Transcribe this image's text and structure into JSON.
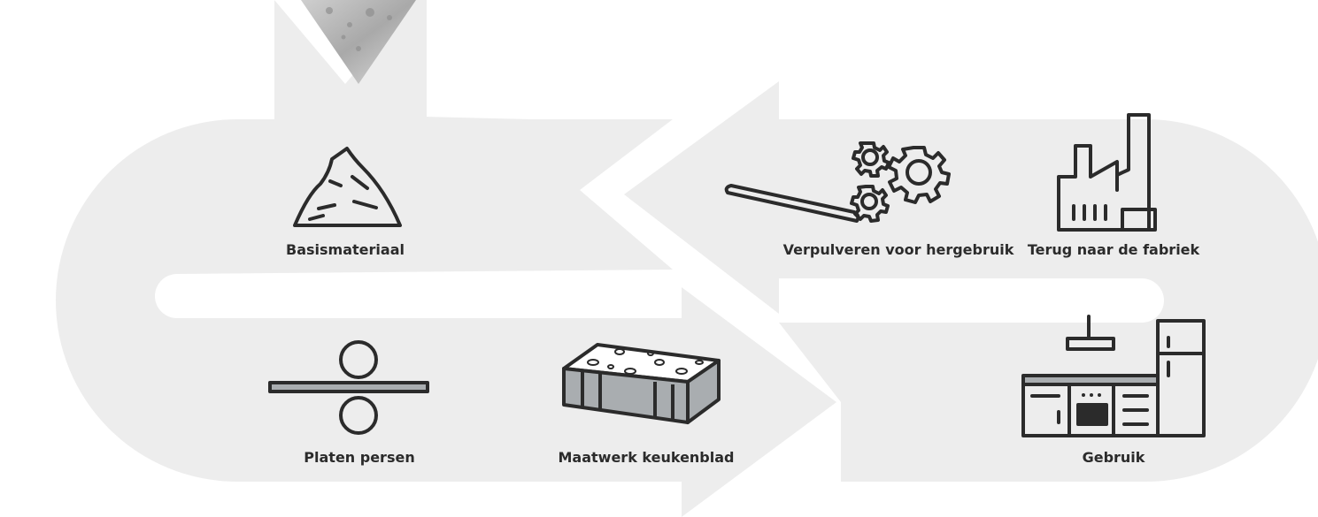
{
  "steps": {
    "basismateriaal": "Basismateriaal",
    "verpulveren": "Verpulveren voor hergebruik",
    "terug": "Terug naar de fabriek",
    "platen": "Platen persen",
    "maatwerk": "Maatwerk keukenblad",
    "gebruik": "Gebruik"
  },
  "colors": {
    "cycle_fill": "#ededed",
    "icon_stroke": "#2b2b2b",
    "icon_fill_gray": "#a9adb0",
    "text": "#2b2b2b"
  },
  "icons": {
    "raw_material": "pile-icon",
    "crusher": "gears-conveyor-icon",
    "factory": "factory-icon",
    "press": "roller-press-icon",
    "countertop": "countertop-slab-icon",
    "kitchen": "kitchen-icon"
  }
}
